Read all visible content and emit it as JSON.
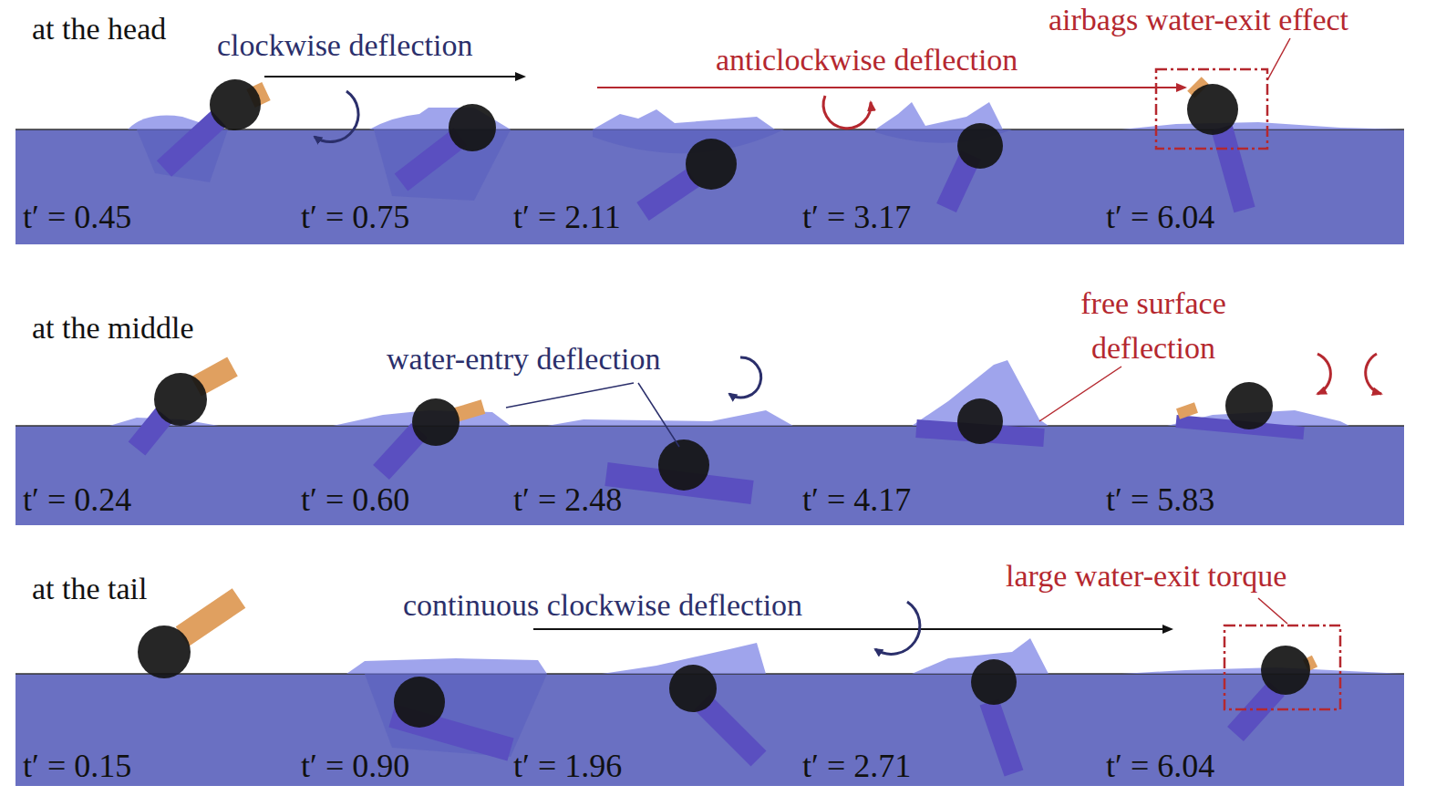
{
  "diagram": {
    "labels": [
      "at the head",
      "clockwise deflection",
      "anticlockwise deflection",
      "airbags water-exit effect",
      "t′ = 0.45",
      "t′ = 0.75",
      "t′ = 2.11",
      "t′ = 3.17",
      "t′ = 6.04",
      "at the middle",
      "water-entry deflection",
      "free surface deflection",
      "t′ = 0.24",
      "t′ = 0.60",
      "t′ = 2.48",
      "t′ = 4.17",
      "t′ = 5.83",
      "at the tail",
      "continuous clockwise deflection",
      "large water-exit torque",
      "t′ = 0.15",
      "t′ = 0.90",
      "t′ = 1.96",
      "t′ = 2.71",
      "t′ = 6.04"
    ]
  }
}
